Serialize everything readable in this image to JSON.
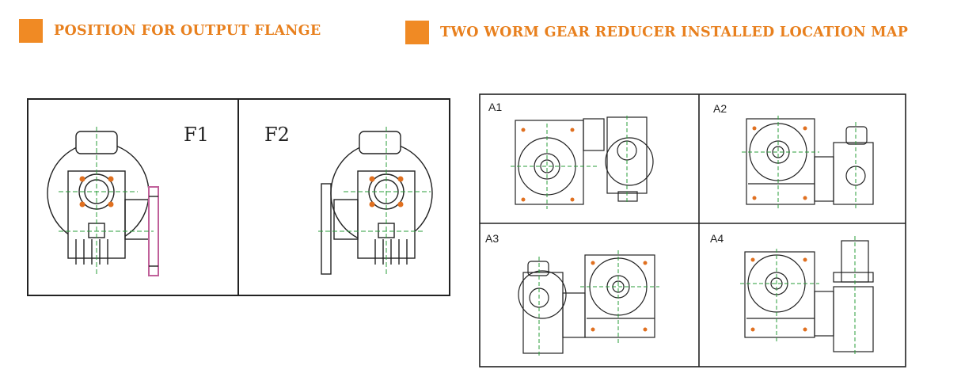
{
  "headers": {
    "flange_title": "POSITION FOR OUTPUT FLANGE",
    "location_title": "TWO WORM GEAR REDUCER INSTALLED LOCATION MAP"
  },
  "flange_positions": [
    {
      "label": "F1"
    },
    {
      "label": "F2"
    }
  ],
  "location_map": [
    {
      "label": "A1"
    },
    {
      "label": "A2"
    },
    {
      "label": "A3"
    },
    {
      "label": "A4"
    }
  ],
  "colors": {
    "accent": "#f08a24",
    "header_text": "#e8801e",
    "centerline": "#2a9d3a",
    "bolt": "#e07020",
    "flange_accent": "#c0609a",
    "line": "#222222"
  }
}
